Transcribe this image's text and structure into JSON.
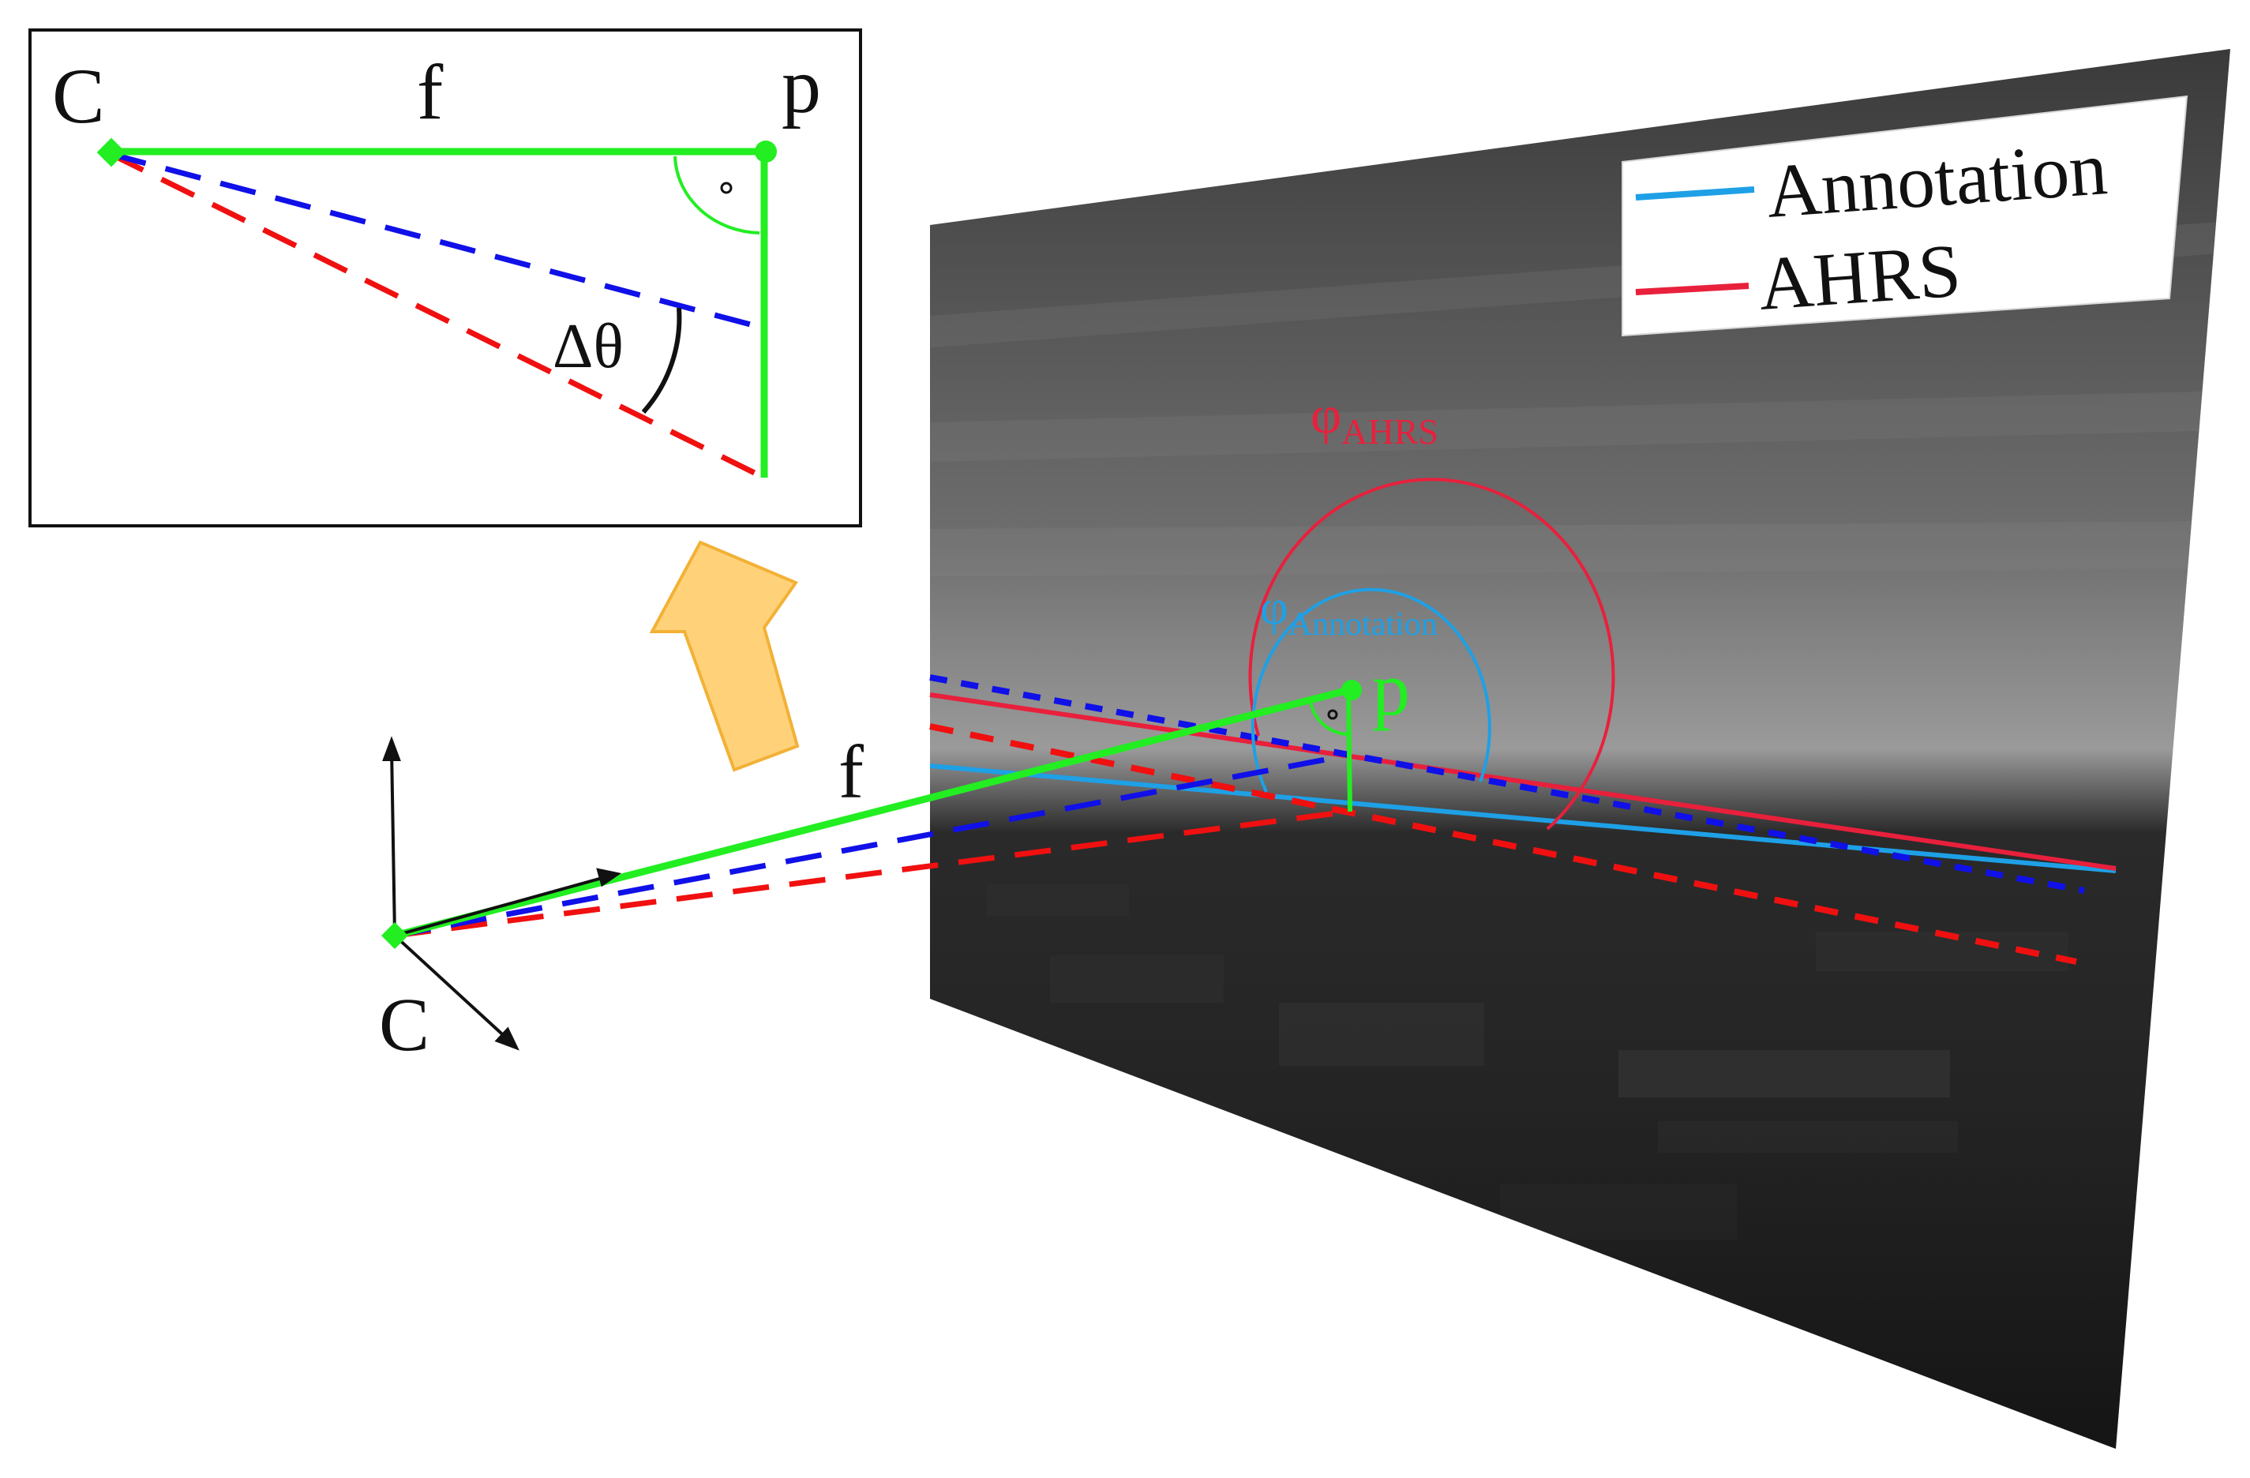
{
  "inset": {
    "label_c": "C",
    "label_f": "f",
    "label_p": "p",
    "label_delta_theta": "Δθ"
  },
  "scene": {
    "label_c": "C",
    "label_f": "f",
    "label_p": "p",
    "phi_ahrs": {
      "symbol": "φ",
      "subscript": "AHRS"
    },
    "phi_annotation": {
      "symbol": "φ",
      "subscript": "Annotation"
    }
  },
  "legend": {
    "items": [
      {
        "label": "Annotation",
        "color": "#1ea0e6"
      },
      {
        "label": "AHRS",
        "color": "#e8203c"
      }
    ]
  },
  "colors": {
    "green": "#22ee22",
    "blue_dashed": "#1010e8",
    "red_dashed": "#f01010",
    "annotation_blue": "#1ea0e6",
    "ahrs_red": "#e8203c",
    "arrow_fill": "#ffd27a",
    "arrow_stroke": "#f2b136"
  }
}
